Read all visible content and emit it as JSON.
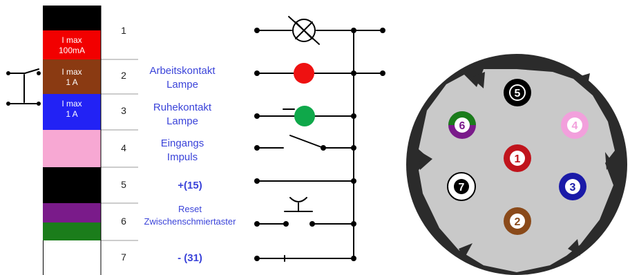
{
  "colors": {
    "black": "#000000",
    "red": "#f20000",
    "brown": "#8a3a12",
    "blue": "#2222f5",
    "pink": "#f7a8d3",
    "violet": "#7a1b8a",
    "green": "#1b7d1b",
    "white": "#ffffff",
    "label_blue": "#3a43d9",
    "lamp_red": "#ee1111",
    "lamp_green": "#0fa84a",
    "socket_gray": "#c9c9c9",
    "socket_dark": "#2b2b2b"
  },
  "table": {
    "pins": [
      "1",
      "2",
      "3",
      "4",
      "5",
      "6",
      "7"
    ],
    "currents": [
      {
        "line1": "I max",
        "line2": "100mA"
      },
      {
        "line1": "I max",
        "line2": "1 A"
      },
      {
        "line1": "I max",
        "line2": "1 A"
      }
    ]
  },
  "functions": {
    "arbeitskontakt": {
      "line1": "Arbeitskontakt",
      "line2": "Lampe"
    },
    "ruhekontakt": {
      "line1": "Ruhekontakt",
      "line2": "Lampe"
    },
    "eingang": {
      "line1": "Eingangs",
      "line2": "Impuls"
    },
    "plus": "+(15)",
    "reset": {
      "line1": "Reset",
      "line2": "Zwischenschmiertaster"
    },
    "minus": "- (31)"
  },
  "connector": {
    "pins": [
      {
        "number": "5",
        "color": "black"
      },
      {
        "number": "6",
        "color": "green-violet"
      },
      {
        "number": "4",
        "color": "pink"
      },
      {
        "number": "1",
        "color": "red"
      },
      {
        "number": "7",
        "color": "white"
      },
      {
        "number": "3",
        "color": "blue"
      },
      {
        "number": "2",
        "color": "brown"
      }
    ]
  }
}
